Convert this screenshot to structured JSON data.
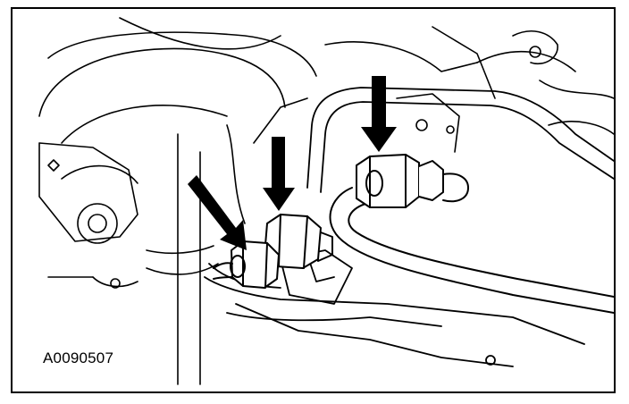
{
  "figure": {
    "id_label": "A0090507",
    "line_color": "#000000",
    "background": "#ffffff",
    "callouts": [
      {
        "name": "arrow-left"
      },
      {
        "name": "arrow-middle"
      },
      {
        "name": "arrow-right"
      }
    ],
    "icons": [
      "down-arrow-icon",
      "hex-nut-icon",
      "fuel-line-icon"
    ]
  }
}
